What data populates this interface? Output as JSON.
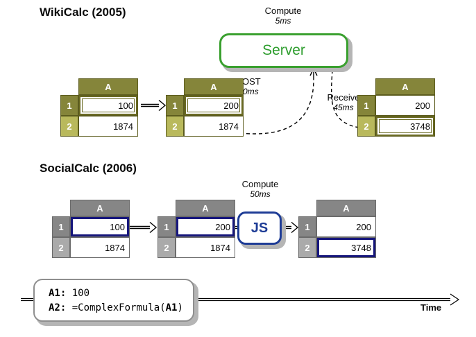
{
  "titles": {
    "wikicalc": "WikiCalc (2005)",
    "socialcalc": "SocialCalc (2006)"
  },
  "server_flow": {
    "compute_label": "Compute",
    "compute_time": "5ms",
    "server_label": "Server",
    "post_label": "POST",
    "post_time": "40ms",
    "receive_label": "Receive",
    "receive_time": "45ms"
  },
  "js_flow": {
    "compute_label": "Compute",
    "compute_time": "50ms",
    "js_label": "JS"
  },
  "wikicalc_tables": [
    {
      "col": "A",
      "r1": "1",
      "r2": "2",
      "a1": "100",
      "a2": "1874"
    },
    {
      "col": "A",
      "r1": "1",
      "r2": "2",
      "a1": "200",
      "a2": "1874"
    },
    {
      "col": "A",
      "r1": "1",
      "r2": "2",
      "a1": "200",
      "a2": "3748"
    }
  ],
  "socialcalc_tables": [
    {
      "col": "A",
      "r1": "1",
      "r2": "2",
      "a1": "100",
      "a2": "1874"
    },
    {
      "col": "A",
      "r1": "1",
      "r2": "2",
      "a1": "200",
      "a2": "1874"
    },
    {
      "col": "A",
      "r1": "1",
      "r2": "2",
      "a1": "200",
      "a2": "3748"
    }
  ],
  "code_box": {
    "l1_key": "A1:",
    "l1_val": "100",
    "l2_key": "A2:",
    "l2_pre": "=ComplexFormula(",
    "l2_arg": "A1",
    "l2_post": ")"
  },
  "timeline": {
    "label": "Time"
  },
  "colors": {
    "server_green": "#3aa02f",
    "js_navy": "#1e3c96",
    "olive_dark": "#85853a",
    "olive_light": "#b9b95c",
    "gray_dark": "#868686",
    "gray_light": "#aaaaaa",
    "selection_olive": "#6a6a22",
    "selection_navy": "#17177c",
    "shadow_gray": "#b5b5b5"
  }
}
